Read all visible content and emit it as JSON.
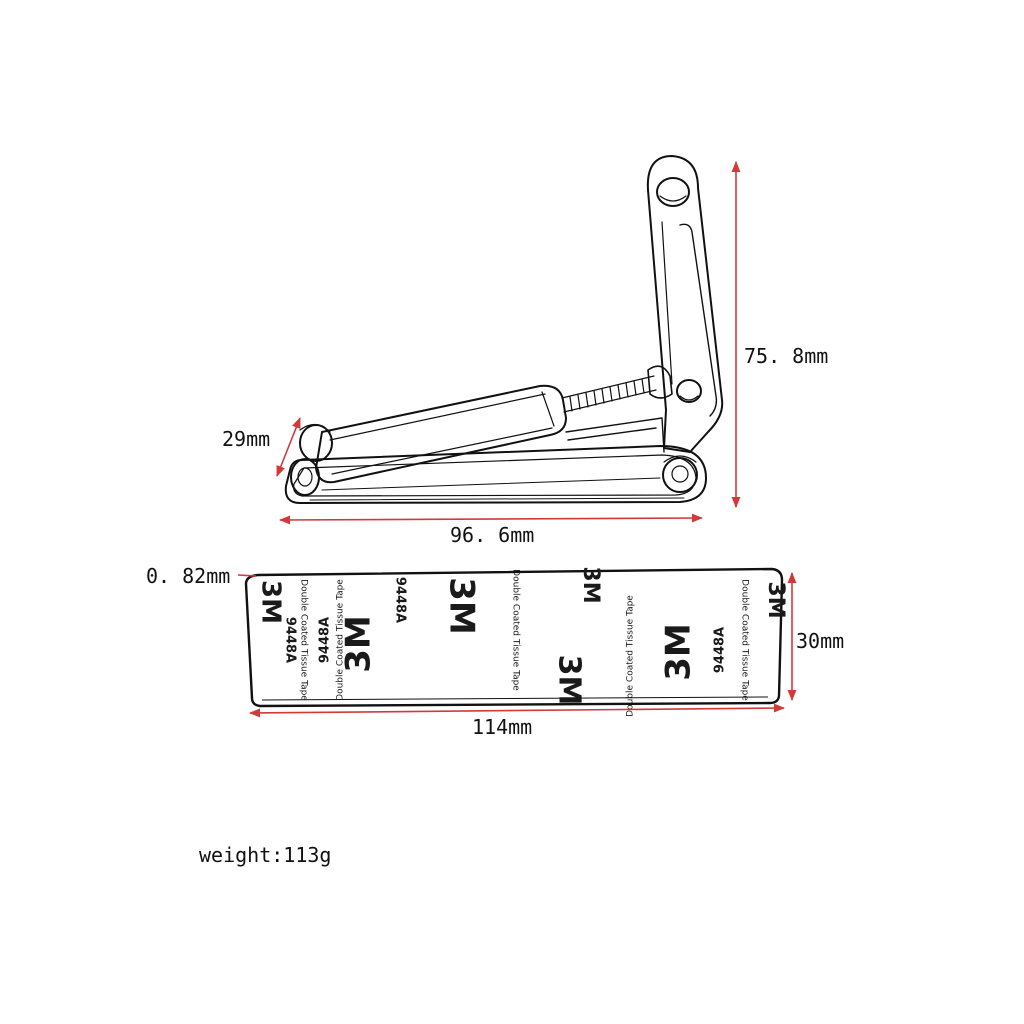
{
  "colors": {
    "ink": "#111111",
    "dimension_line": "#d23a3a",
    "background": "#ffffff"
  },
  "dimensions": {
    "stand_height": "75. 8mm",
    "stand_depth": "29mm",
    "stand_length": "96. 6mm",
    "tape_thickness": "0. 82mm",
    "tape_width": "30mm",
    "tape_length": "114mm"
  },
  "tape": {
    "brand_mark": "3M",
    "model": "9448A",
    "subtitle": "Double Coated Tissue Tape"
  },
  "spec": {
    "weight": "weight:113g"
  }
}
